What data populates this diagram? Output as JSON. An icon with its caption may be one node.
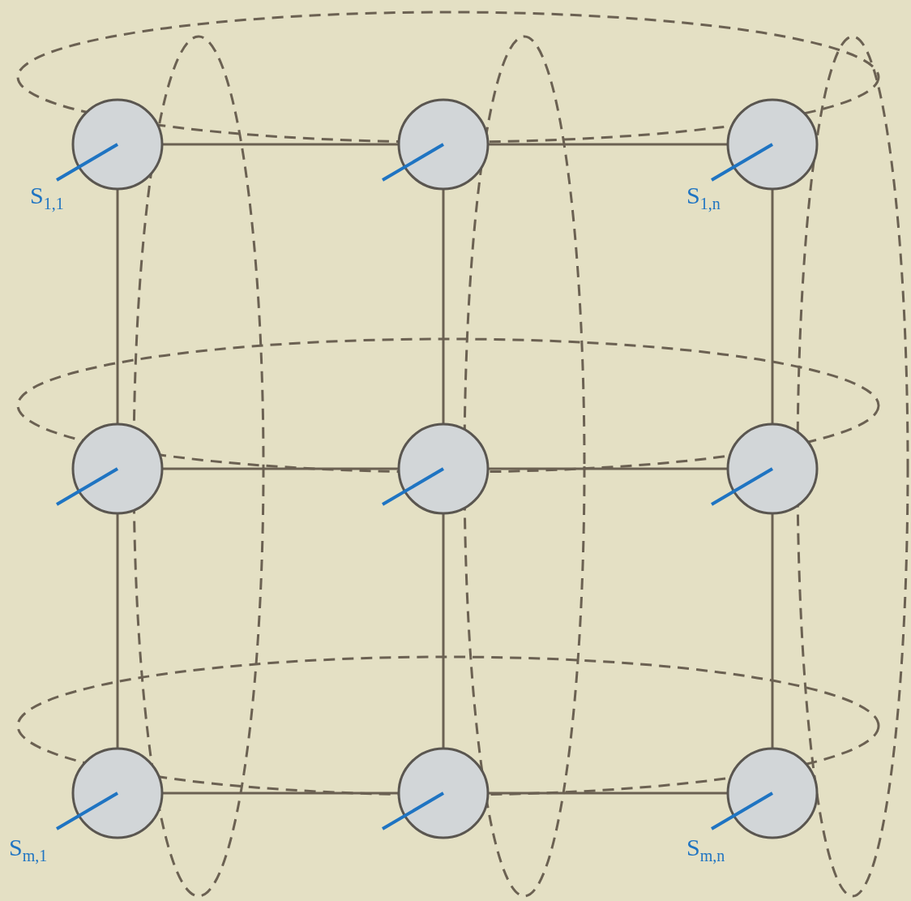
{
  "diagram": {
    "nodes": [
      {
        "text": [],
        "shape": "circle",
        "beside": [
          "S$_{1,1}$"
        ]
      },
      {
        "text": [],
        "shape": "circle"
      },
      {
        "text": [],
        "shape": "circle",
        "beside": [
          "S$_{1,n}$"
        ]
      },
      {
        "text": [],
        "shape": "circle"
      },
      {
        "text": [],
        "shape": "circle"
      },
      {
        "text": [],
        "shape": "circle"
      },
      {
        "text": [],
        "shape": "circle",
        "beside": [
          "S$_{m,1}$"
        ]
      },
      {
        "text": [],
        "shape": "circle"
      },
      {
        "text": [],
        "shape": "circle",
        "beside": [
          "S$_{m,n}$"
        ]
      }
    ],
    "edges": [
      {
        "from": 0,
        "to": 1,
        "arrow": "none"
      },
      {
        "from": 1,
        "to": 2,
        "arrow": "none"
      },
      {
        "from": 3,
        "to": 4,
        "arrow": "none"
      },
      {
        "from": 4,
        "to": 5,
        "arrow": "none"
      },
      {
        "from": 6,
        "to": 7,
        "arrow": "none"
      },
      {
        "from": 7,
        "to": 8,
        "arrow": "none"
      },
      {
        "from": 0,
        "to": 3,
        "arrow": "none"
      },
      {
        "from": 3,
        "to": 6,
        "arrow": "none"
      },
      {
        "from": 1,
        "to": 4,
        "arrow": "none"
      },
      {
        "from": 4,
        "to": 7,
        "arrow": "none"
      },
      {
        "from": 2,
        "to": 5,
        "arrow": "none"
      },
      {
        "from": 5,
        "to": 8,
        "arrow": "none"
      }
    ]
  }
}
